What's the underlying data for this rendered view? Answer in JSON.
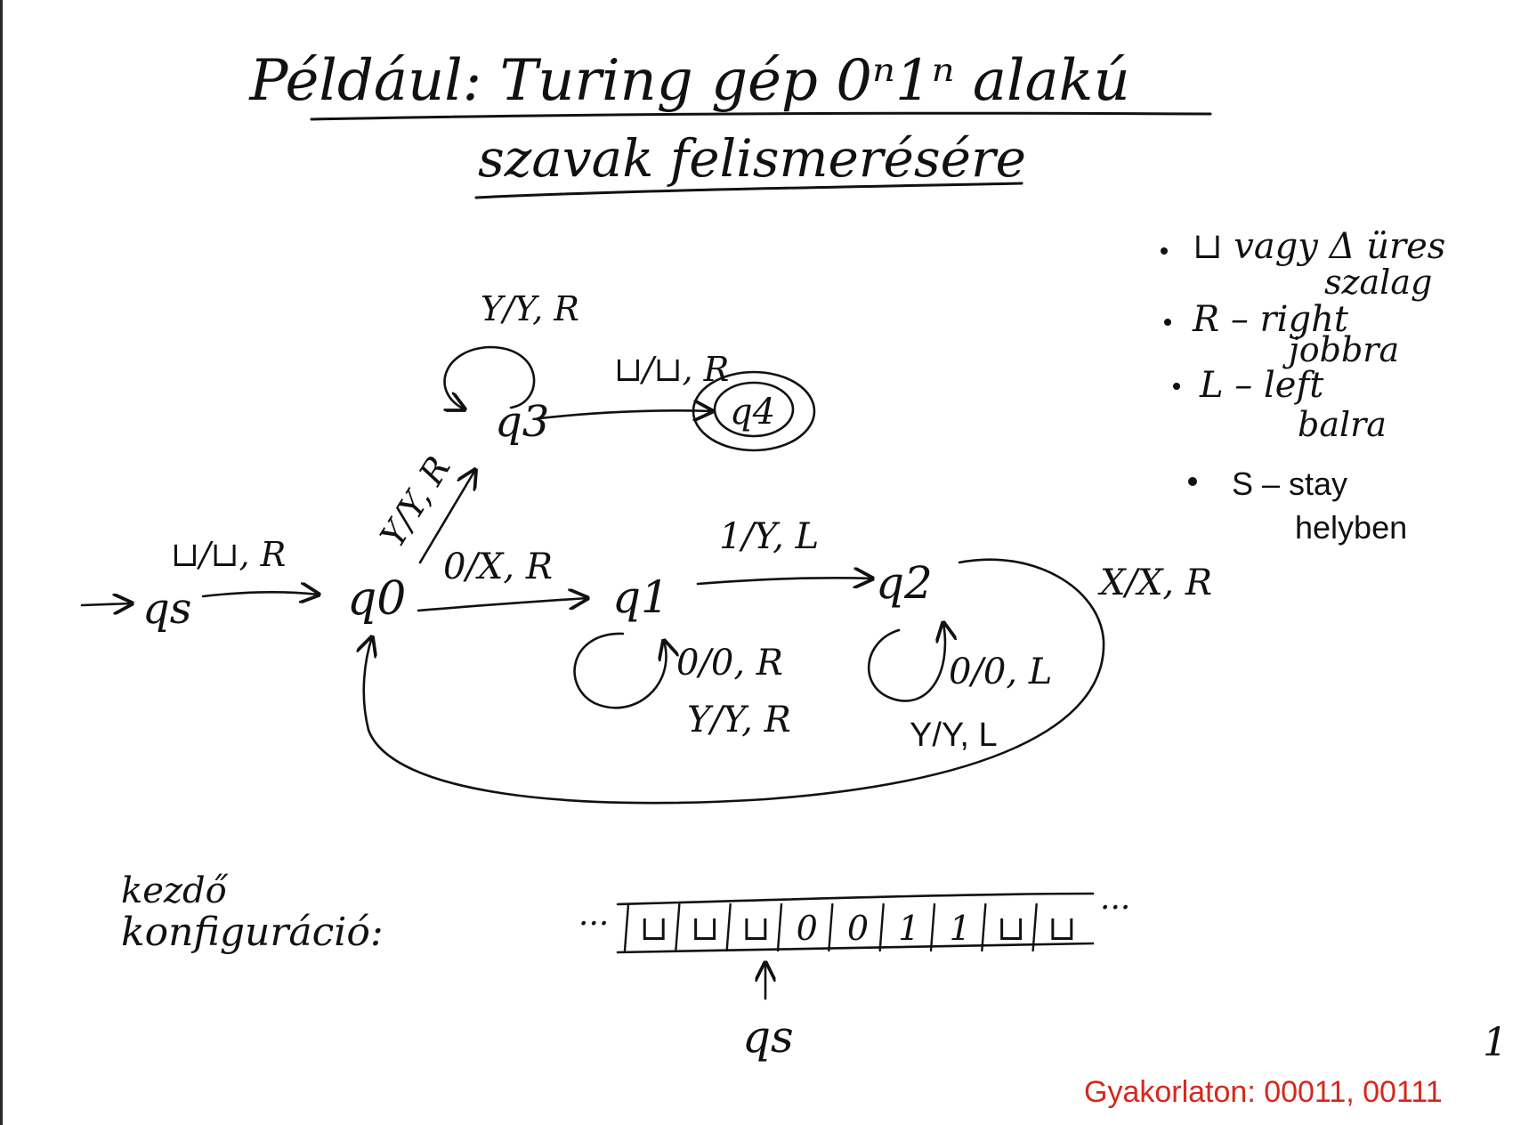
{
  "title": {
    "line1": "Például: Turing gép 0ⁿ1ⁿ alakú",
    "line2": "szavak felismerésére"
  },
  "legend": {
    "items": [
      {
        "text": "⊔ vagy Δ üres",
        "continuation": "szalag"
      },
      {
        "text": "R – right",
        "continuation": "jobbra"
      },
      {
        "text": "L – left",
        "continuation": "balra"
      }
    ],
    "typed_item": {
      "text": "S – stay",
      "continuation": "helyben"
    }
  },
  "states": {
    "qs": "qs",
    "q0": "q0",
    "q1": "q1",
    "q2": "q2",
    "q3": "q3",
    "q4": "q4"
  },
  "transitions": {
    "qs_q0": "⊔/⊔, R",
    "q0_q1": "0/X, R",
    "q0_q3": "Y/Y, R",
    "q3_loop": "Y/Y, R",
    "q3_q4": "⊔/⊔, R",
    "q1_q2": "1/Y, L",
    "q1_loop_a": "0/0, R",
    "q1_loop_b": "Y/Y, R",
    "q2_loop_a": "0/0, L",
    "q2_loop_b": "Y/Y, L",
    "q2_q0": "X/X, R"
  },
  "start_config": {
    "label_line1": "kezdő",
    "label_line2": "konfiguráció:",
    "leading_dots": "···",
    "cells": [
      "⊔",
      "⊔",
      "⊔",
      "0",
      "0",
      "1",
      "1",
      "⊔",
      "⊔"
    ],
    "trailing_dots": "···",
    "head_state": "qs"
  },
  "page_number": "1",
  "exercise": "Gyakorlaton: 00011, 00111",
  "colors": {
    "ink": "#111111",
    "accent_red": "#d6281c"
  }
}
